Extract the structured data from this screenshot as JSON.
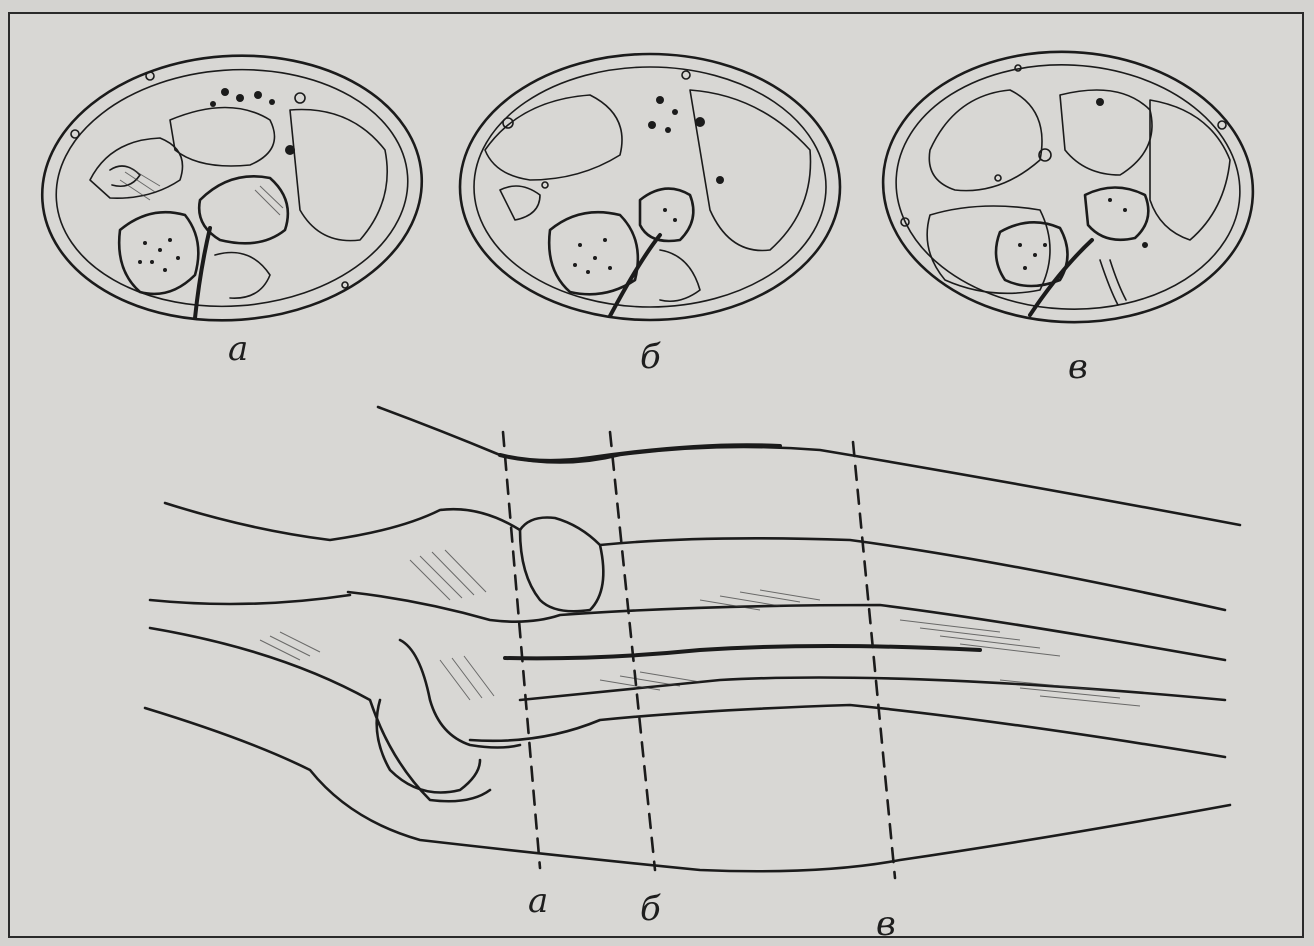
{
  "figure": {
    "cross_section_labels": [
      "а",
      "б",
      "в"
    ],
    "level_labels": [
      "а",
      "б",
      "в"
    ]
  }
}
